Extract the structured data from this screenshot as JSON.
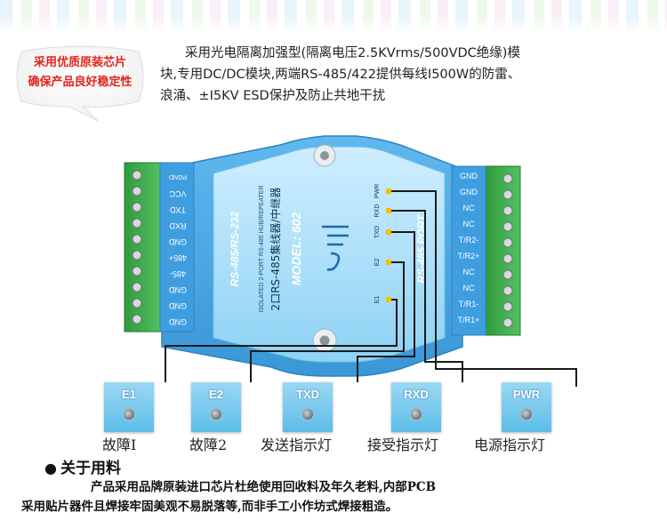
{
  "bubble": {
    "line1": "采用优质原装芯片",
    "line2": "确保产品良好稳定性"
  },
  "intro": {
    "line1": "采用光电隔离加强型(隔离电压2.5KVrms/500VDC绝缘)模",
    "line2": "块,专用DC/DC模块,两端RS-485/422提供每线I500W的防雷、",
    "line3": "浪涌、±I5KV ESD保护及防止共地干扰"
  },
  "device": {
    "left_title": "RS-485/RS-232",
    "center_desc_en": "ISOLATED 2-PORT RS-485 HUB/REPEATER",
    "center_desc_cn": "2口RS-485集线器/中继器",
    "model": "MODEL: 602",
    "right_title": "RS-485 PORT",
    "left_pins": [
      "PGND",
      "VCC",
      "TXD",
      "RXD",
      "GND",
      "485+",
      "485-",
      "GND",
      "GND",
      "GND"
    ],
    "right_pins": [
      "GND",
      "GND",
      "NC",
      "NC",
      "T/R2-",
      "T/R2+",
      "NC",
      "NC",
      "T/R1-",
      "T/R1+"
    ],
    "indicator_labels": [
      "PWR",
      "RXD",
      "TXD",
      "E2",
      "E1"
    ]
  },
  "leds": [
    {
      "code": "E1",
      "label": "故障I"
    },
    {
      "code": "E2",
      "label": "故障2"
    },
    {
      "code": "TXD",
      "label": "发送指示灯"
    },
    {
      "code": "RXD",
      "label": "接受指示灯"
    },
    {
      "code": "PWR",
      "label": "电源指示灯"
    }
  ],
  "materials": {
    "title": "关于用料",
    "bullet": "●",
    "line1": "产品采用品牌原装进口芯片杜绝使用回收料及年久老料,内部PCB",
    "line2": "采用贴片器件且焊接牢固美观不易脱落等,而非手工小作坊式焊接粗造。"
  },
  "colors": {
    "body_blue": "#4aa9e6",
    "light_blue": "#8dd0f3",
    "terminal_green": "#3fae4a",
    "bubble_red": "#e2231a",
    "led_wire": "#f2c200"
  }
}
